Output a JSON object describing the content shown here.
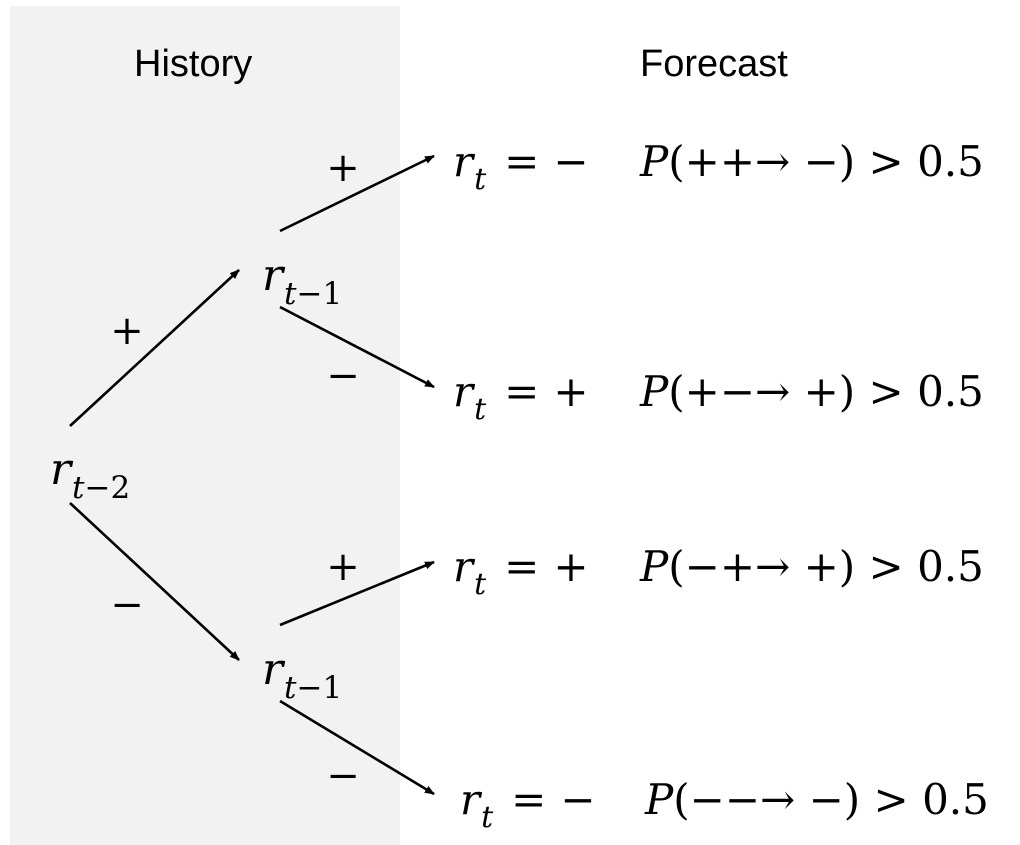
{
  "headings": {
    "history": "History",
    "forecast": "Forecast"
  },
  "nodes": {
    "root": {
      "variable": "r",
      "subscript_var": "t",
      "subscript_rest": "−2"
    },
    "upper": {
      "variable": "r",
      "subscript_var": "t",
      "subscript_rest": "−1"
    },
    "lower": {
      "variable": "r",
      "subscript_var": "t",
      "subscript_rest": "−1"
    }
  },
  "edge_signs": {
    "root_to_upper": "+",
    "root_to_lower": "−",
    "upper_to_out1": "+",
    "upper_to_out2": "−",
    "lower_to_out3": "+",
    "lower_to_out4": "−"
  },
  "outcomes": [
    {
      "variable": "r",
      "subscript": "t",
      "equals": "=",
      "value": "−",
      "prob_var": "P",
      "prob_pattern": "(++→ −)",
      "comparison": ">",
      "threshold": "0.5"
    },
    {
      "variable": "r",
      "subscript": "t",
      "equals": "=",
      "value": "+",
      "prob_var": "P",
      "prob_pattern": "(+−→ +)",
      "comparison": ">",
      "threshold": "0.5"
    },
    {
      "variable": "r",
      "subscript": "t",
      "equals": "=",
      "value": "+",
      "prob_var": "P",
      "prob_pattern": "(−+→ +)",
      "comparison": ">",
      "threshold": "0.5"
    },
    {
      "variable": "r",
      "subscript": "t",
      "equals": "=",
      "value": "−",
      "prob_var": "P",
      "prob_pattern": "(−−→ −)",
      "comparison": ">",
      "threshold": "0.5"
    }
  ]
}
